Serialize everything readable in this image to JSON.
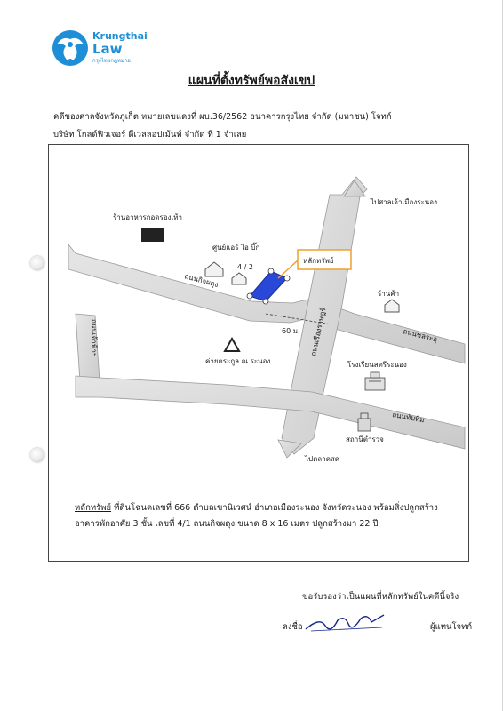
{
  "header": {
    "logo_name": "Krungthai",
    "logo_sub": "Law",
    "logo_thai": "กรุงไทยกฎหมาย",
    "logo_icon": "garuda-logo-icon",
    "brand_color": "#1e8fd6"
  },
  "title": "แผนที่ตั้งทรัพย์พอสังเขป",
  "case": {
    "line1": "คดีของศาลจังหวัดภูเก็ต  หมายเลขแดงที่ ผบ.36/2562  ธนาคารกรุงไทย จำกัด (มหาชน)  โจทก์",
    "line2": "บริษัท โกลด์ฟิวเจอร์ ดีเวลลอปเม้นท์ จำกัด ที่ 1 จำเลย"
  },
  "map": {
    "road_kittikhun": "ถนนกิจผดุง",
    "road_ruangrat": "ถนนเรืองราษฎร์",
    "road_chonla": "ถนนชลระอุ",
    "road_tubtim": "ถนนทับทิม",
    "road_left": "ถนนเจ้าฟ้าฯ",
    "to_shrine": "ไปศาลเจ้าเมืองระนอง",
    "to_market": "ไปตลาดสด",
    "restaurant": "ร้านอาหารถอดรองเท้า",
    "center": "ศูนย์แอร์ ไอ บิ๊ก",
    "lot_label": "4 / 2",
    "shop": "ร้านค้า",
    "property": "หลักทรัพย์",
    "distance": "60 ม.",
    "camp": "ค่ายตระกูล ณ ระนอง",
    "school": "โรงเรียนสตรีระนอง",
    "police": "สถานีตำรวจ",
    "property_color": "#2a48d8",
    "callout_color": "#f0a030"
  },
  "description": {
    "label": "หลักทรัพย์",
    "line1": "ที่ดินโฉนดเลขที่ 666  ตำบลเขานิเวศน์  อำเภอเมืองระนอง  จังหวัดระนอง  พร้อมสิ่งปลูกสร้าง",
    "line2": "อาคารพักอาศัย 3 ชั้น เลขที่ 4/1  ถนนกิจผดุง  ขนาด  8 x 16  เมตร ปลูกสร้างมา  22  ปี"
  },
  "certification": {
    "statement": "ขอรับรองว่าเป็นแผนที่หลักทรัพย์ในคดีนี้จริง",
    "sign_label": "ลงชื่อ",
    "role": "ผู้แทนโจทก์"
  }
}
